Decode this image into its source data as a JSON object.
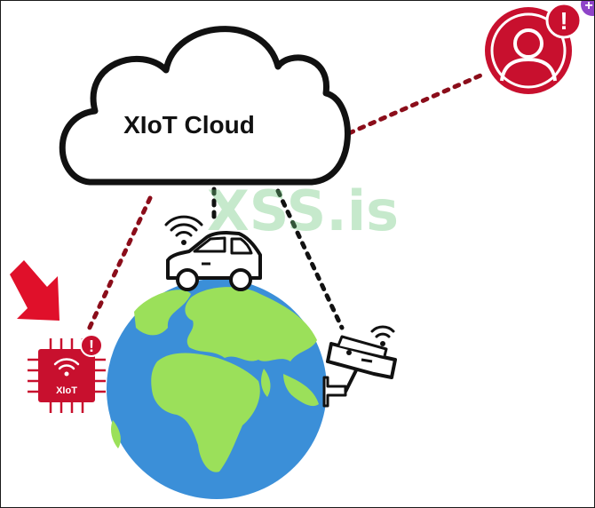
{
  "cloud": {
    "label": "XIoT Cloud"
  },
  "chip": {
    "label": "XIoT",
    "alert": "!"
  },
  "user": {
    "alert": "!"
  },
  "watermark": {
    "text": "XSS.is"
  },
  "corner_badge": {
    "symbol": "+"
  },
  "colors": {
    "threat_red": "#c8102e",
    "link_dark_red": "#8b0d1a",
    "link_black": "#111111",
    "ocean_blue": "#3b8fd8",
    "land_green": "#9be05a",
    "watermark_green": "#6cc77a",
    "badge_purple": "#8e44c8"
  },
  "icons": [
    "cloud-icon",
    "car-icon",
    "security-camera-icon",
    "globe-icon",
    "iot-chip-icon",
    "user-avatar-icon",
    "wifi-icon",
    "alert-icon",
    "arrow-icon"
  ]
}
